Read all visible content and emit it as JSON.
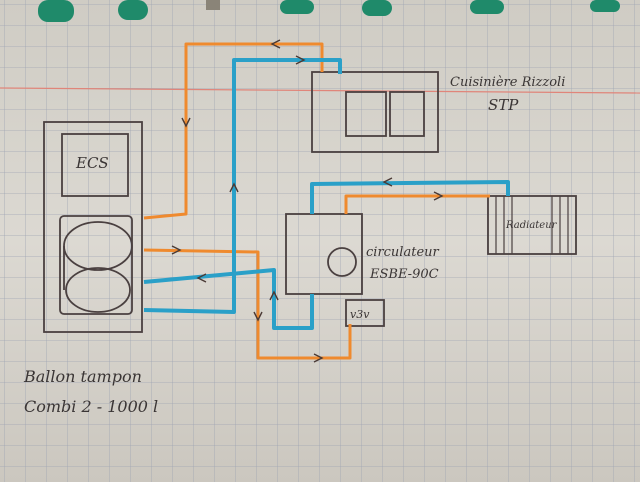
{
  "labels": {
    "ecs": "ECS",
    "cuisiniere_line1": "Cuisinière Rizzoli",
    "cuisiniere_line2": "STP",
    "radiateur": "Radiateur",
    "circulateur_line1": "circulateur",
    "circulateur_line2": "ESBE-90C",
    "v3v": "v3v",
    "ballon_line1": "Ballon tampon",
    "ballon_line2": "Combi 2 - 1000 l"
  },
  "colors": {
    "paper": "#d9d6cf",
    "grid": "#9fa5b3",
    "margin_line": "#e0857a",
    "hot_pipe": "#ef8a2e",
    "cold_pipe": "#2aa0c8",
    "ink": "#4a4040",
    "binder_ring": "#1f8a6a"
  },
  "icons": [
    "binder-ring-icon",
    "flow-arrow-icon",
    "coil-exchanger-icon",
    "pump-icon"
  ]
}
